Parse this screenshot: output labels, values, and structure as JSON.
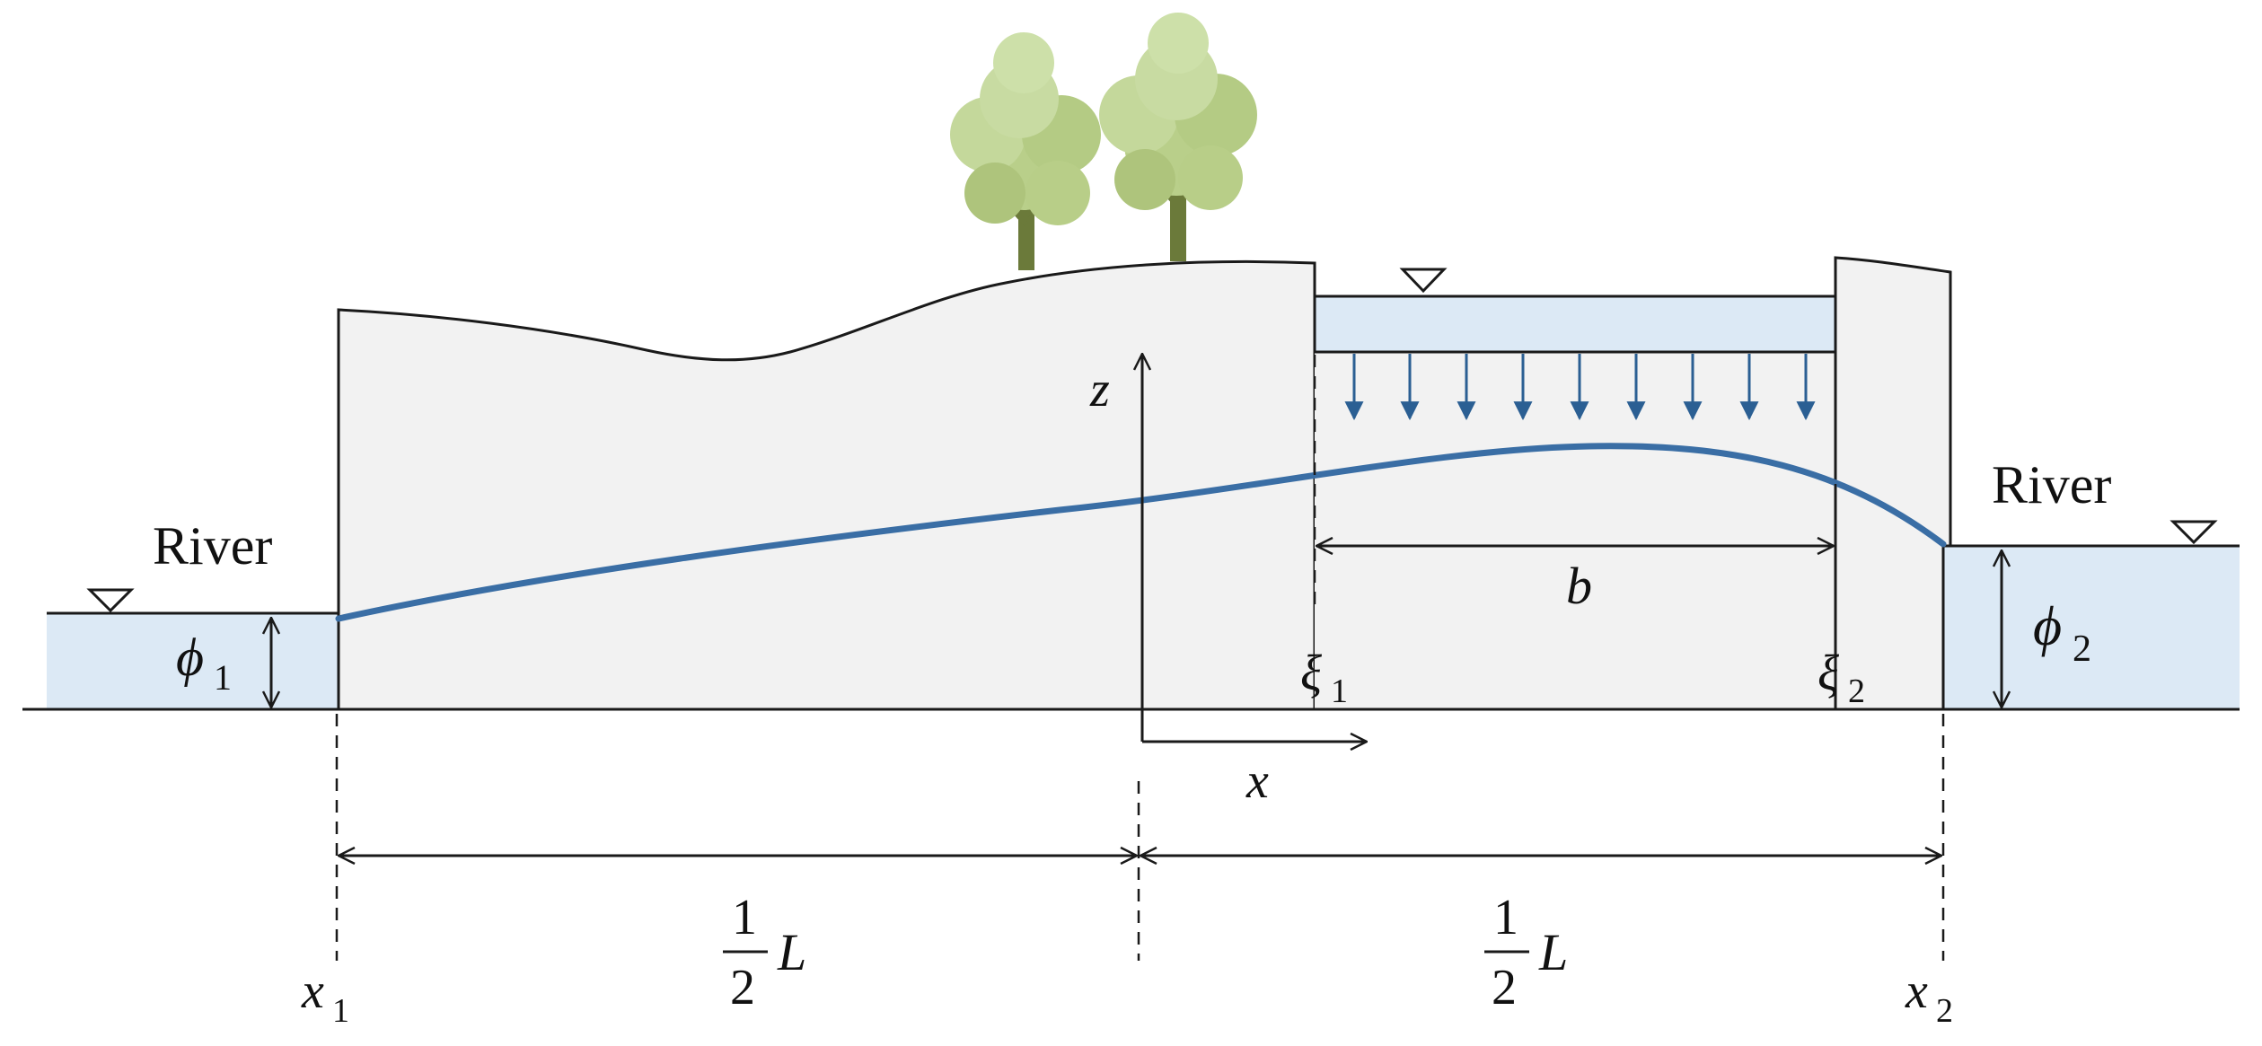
{
  "labels": {
    "river_left": "River",
    "river_right": "River",
    "z_axis": "z",
    "x_axis": "x",
    "b": "b",
    "xi1": "ξ",
    "xi1_sub": "1",
    "xi2": "ξ",
    "xi2_sub": "2",
    "phi1": "ϕ",
    "phi1_sub": "1",
    "phi2": "ϕ",
    "phi2_sub": "2",
    "x1": "x",
    "x1_sub": "1",
    "x2": "x",
    "x2_sub": "2",
    "half_num": "1",
    "half_den": "2",
    "half_L": "L"
  },
  "colors": {
    "soil": "#f2f2f2",
    "water": "#dce9f5",
    "groundwater": "#3a6ea5",
    "arrow_blue": "#2b5f93",
    "tree_leaves": "#b9cf8a",
    "tree_trunk": "#6b7a3a",
    "line": "#1a1a1a"
  },
  "icons": {
    "water_level_marker": "inverted-triangle",
    "tree": "tree-icon"
  }
}
